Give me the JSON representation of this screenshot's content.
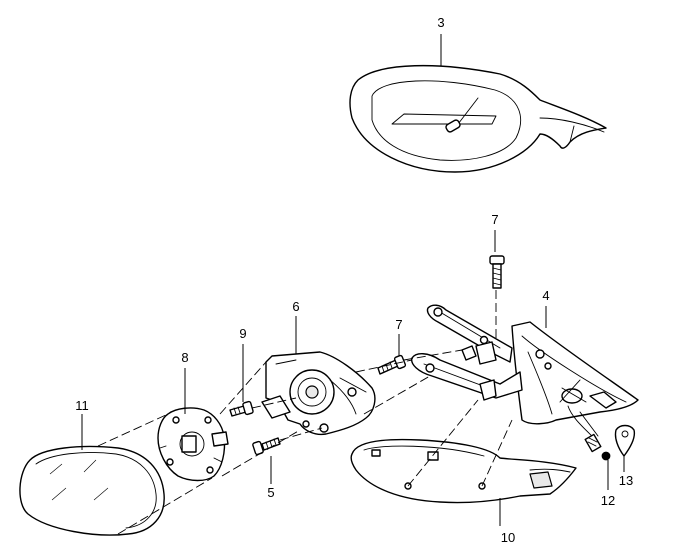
{
  "callouts": {
    "p3": "3",
    "p7_top": "7",
    "p4": "4",
    "p6": "6",
    "p7_mid": "7",
    "p9": "9",
    "p8": "8",
    "p11": "11",
    "p5": "5",
    "p10": "10",
    "p12": "12",
    "p13": "13"
  }
}
